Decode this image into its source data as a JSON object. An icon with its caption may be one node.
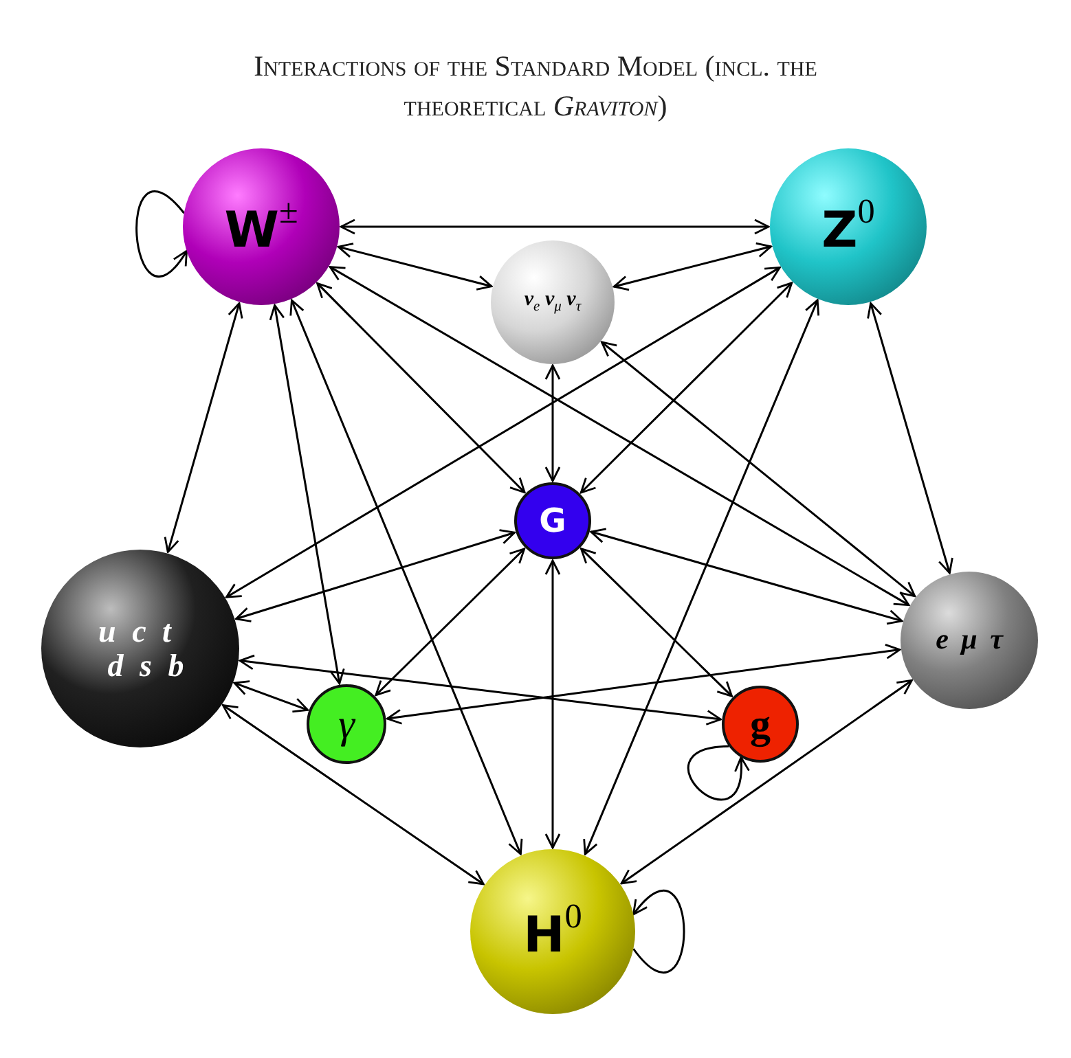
{
  "diagram": {
    "title": "Interactions of the Standard Model (incl. the theoretical *Graviton*)",
    "nodes": [
      {
        "text": [
          "W$^{±}$"
        ]
      },
      {
        "text": [
          "Z$^{0}$"
        ]
      },
      {
        "text": [
          "ν$_{e}$ ν$_{μ}$ ν$_{τ}$"
        ]
      },
      {
        "text": [
          "G"
        ]
      },
      {
        "text": [
          "u c t",
          "d s b"
        ]
      },
      {
        "text": [
          "e μ τ"
        ]
      },
      {
        "text": [
          "γ"
        ]
      },
      {
        "text": [
          "g"
        ]
      },
      {
        "text": [
          "H$^{0}$"
        ]
      }
    ],
    "edges": [
      {
        "from": 0,
        "to": 0,
        "arrow": "to"
      },
      {
        "from": 0,
        "to": 1,
        "arrow": "both"
      },
      {
        "from": 0,
        "to": 2,
        "arrow": "both"
      },
      {
        "from": 0,
        "to": 3,
        "arrow": "both"
      },
      {
        "from": 0,
        "to": 4,
        "arrow": "both"
      },
      {
        "from": 0,
        "to": 6,
        "arrow": "both"
      },
      {
        "from": 0,
        "to": 8,
        "arrow": "both"
      },
      {
        "from": 0,
        "to": 5,
        "arrow": "both"
      },
      {
        "from": 1,
        "to": 2,
        "arrow": "both"
      },
      {
        "from": 1,
        "to": 3,
        "arrow": "both"
      },
      {
        "from": 1,
        "to": 4,
        "arrow": "both"
      },
      {
        "from": 1,
        "to": 8,
        "arrow": "both"
      },
      {
        "from": 1,
        "to": 5,
        "arrow": "both"
      },
      {
        "from": 2,
        "to": 3,
        "arrow": "both"
      },
      {
        "from": 2,
        "to": 5,
        "arrow": "both"
      },
      {
        "from": 3,
        "to": 4,
        "arrow": "both"
      },
      {
        "from": 3,
        "to": 5,
        "arrow": "both"
      },
      {
        "from": 3,
        "to": 6,
        "arrow": "both"
      },
      {
        "from": 3,
        "to": 7,
        "arrow": "both"
      },
      {
        "from": 3,
        "to": 8,
        "arrow": "both"
      },
      {
        "from": 4,
        "to": 6,
        "arrow": "both"
      },
      {
        "from": 4,
        "to": 7,
        "arrow": "both"
      },
      {
        "from": 4,
        "to": 8,
        "arrow": "both"
      },
      {
        "from": 6,
        "to": 5,
        "arrow": "both"
      },
      {
        "from": 8,
        "to": 5,
        "arrow": "both"
      },
      {
        "from": 7,
        "to": 7,
        "arrow": "to"
      },
      {
        "from": 8,
        "to": 8,
        "arrow": "to"
      }
    ]
  }
}
